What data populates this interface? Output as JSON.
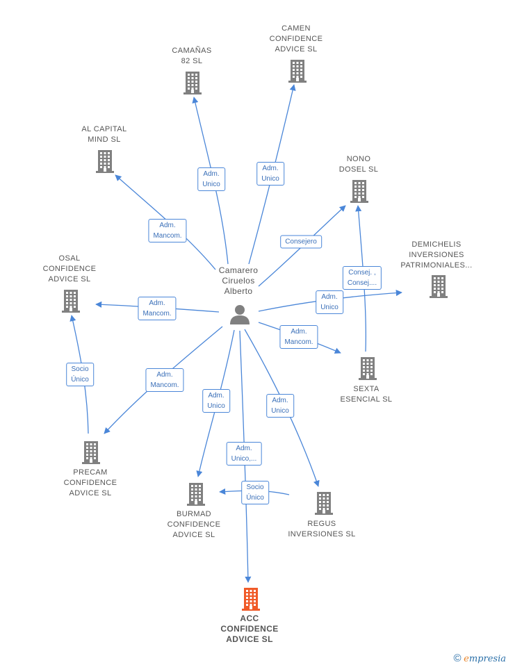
{
  "accent_color": "#4a86d8",
  "building_color": "#808080",
  "main_building_color": "#f05a28",
  "person": {
    "lines": [
      "Camarero",
      "Ciruelos",
      "Alberto"
    ],
    "icon": "person-icon"
  },
  "nodes": [
    {
      "id": "camanas",
      "lines": [
        "CAMAÑAS",
        "82  SL"
      ]
    },
    {
      "id": "camen",
      "lines": [
        "CAMEN",
        "CONFIDENCE",
        "ADVICE  SL"
      ]
    },
    {
      "id": "alcapital",
      "lines": [
        "AL CAPITAL",
        "MIND  SL"
      ]
    },
    {
      "id": "nono",
      "lines": [
        "NONO",
        "DOSEL  SL"
      ]
    },
    {
      "id": "demichelis",
      "lines": [
        "DEMICHELIS",
        "INVERSIONES",
        "PATRIMONIALES..."
      ]
    },
    {
      "id": "osal",
      "lines": [
        "OSAL",
        "CONFIDENCE",
        "ADVICE  SL"
      ]
    },
    {
      "id": "sexta",
      "lines": [
        "SEXTA",
        "ESENCIAL  SL"
      ]
    },
    {
      "id": "precam",
      "lines": [
        "PRECAM",
        "CONFIDENCE",
        "ADVICE  SL"
      ]
    },
    {
      "id": "burmad",
      "lines": [
        "BURMAD",
        "CONFIDENCE",
        "ADVICE  SL"
      ]
    },
    {
      "id": "regus",
      "lines": [
        "REGUS",
        "INVERSIONES SL"
      ]
    },
    {
      "id": "acc",
      "lines": [
        "ACC",
        "CONFIDENCE",
        "ADVICE  SL"
      ],
      "main": true
    }
  ],
  "roles": [
    {
      "id": "r-camanas",
      "lines": [
        "Adm.",
        "Unico"
      ]
    },
    {
      "id": "r-camen",
      "lines": [
        "Adm.",
        "Unico"
      ]
    },
    {
      "id": "r-alcapital",
      "lines": [
        "Adm.",
        "Mancom."
      ]
    },
    {
      "id": "r-nono",
      "lines": [
        "Consejero"
      ]
    },
    {
      "id": "r-sexta-nono",
      "lines": [
        "Consej. ,",
        "Consej...."
      ]
    },
    {
      "id": "r-demichelis",
      "lines": [
        "Adm.",
        "Unico"
      ]
    },
    {
      "id": "r-osal",
      "lines": [
        "Adm.",
        "Mancom."
      ]
    },
    {
      "id": "r-sexta",
      "lines": [
        "Adm.",
        "Mancom."
      ]
    },
    {
      "id": "r-precam-osal",
      "lines": [
        "Socio",
        "Único"
      ]
    },
    {
      "id": "r-precam",
      "lines": [
        "Adm.",
        "Mancom."
      ]
    },
    {
      "id": "r-burmad",
      "lines": [
        "Adm.",
        "Unico"
      ]
    },
    {
      "id": "r-regus",
      "lines": [
        "Adm.",
        "Unico"
      ]
    },
    {
      "id": "r-acc",
      "lines": [
        "Adm.",
        "Unico,..."
      ]
    },
    {
      "id": "r-acc-burmad",
      "lines": [
        "Socio",
        "Único"
      ]
    }
  ],
  "footer": {
    "copyright": "©",
    "brand_initial": "e",
    "brand_rest": "mpresia"
  }
}
